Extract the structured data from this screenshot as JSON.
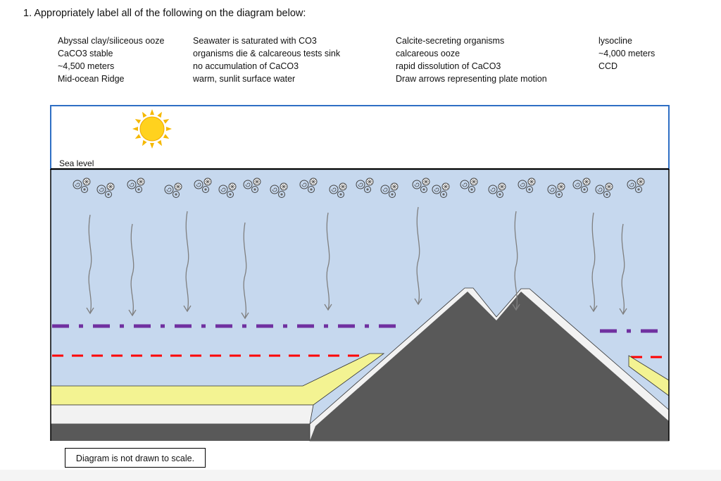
{
  "question": "1. Appropriately label all of the following on the diagram below:",
  "term_columns": [
    [
      "Abyssal clay/siliceous ooze",
      "CaCO3 stable",
      "~4,500 meters",
      "Mid-ocean Ridge"
    ],
    [
      "Seawater is saturated with CO3",
      "organisms die & calcareous tests sink",
      "no accumulation of CaCO3",
      "warm, sunlit surface water"
    ],
    [
      "Calcite-secreting organisms",
      "calcareous ooze",
      "rapid dissolution of CaCO3",
      "Draw arrows representing plate motion"
    ],
    [
      "lysocline",
      "~4,000 meters",
      "CCD"
    ]
  ],
  "diagram": {
    "sea_level_label": "Sea level",
    "scale_note": "Diagram is not drawn to scale.",
    "colors": {
      "sky": "#ffffff",
      "frame": "#2f6fc4",
      "ocean": "#c6d8ee",
      "ridge": "#595959",
      "ridge_edge": "#f2f2f2",
      "calcareous_ooze": "#f3f392",
      "abyssal_layer": "#f2f2f2",
      "lysocline_line": "#7030a0",
      "ccd_line": "#ff0000",
      "sinking_arrow": "#7f7f7f",
      "sun": "#ffd21e"
    },
    "icons": [
      "sun-icon",
      "shell-organism-icon",
      "sinking-arrow-icon"
    ]
  }
}
